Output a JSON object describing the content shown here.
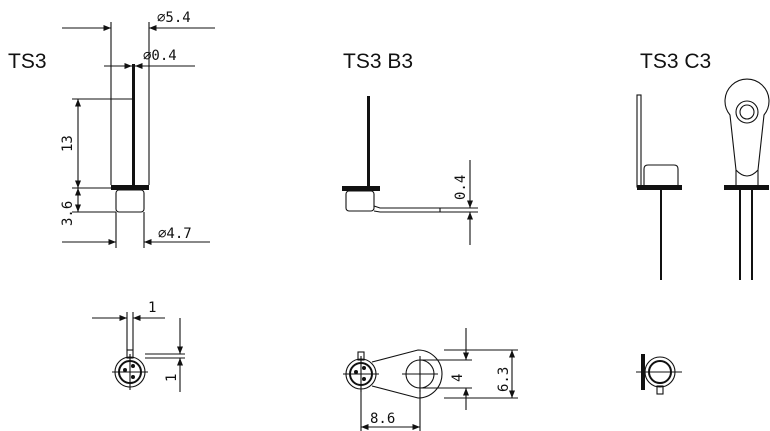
{
  "titles": {
    "ts3": "TS3",
    "ts3b3": "TS3 B3",
    "ts3c3": "TS3 C3"
  },
  "dims": {
    "d54": "⌀5.4",
    "d04": "⌀0.4",
    "h13": "13",
    "h36": "3.6",
    "d47": "⌀4.7",
    "t04": "0.4",
    "w1a": "1",
    "w1b": "1",
    "w4": "4",
    "w63": "6.3",
    "w86": "8.6"
  }
}
